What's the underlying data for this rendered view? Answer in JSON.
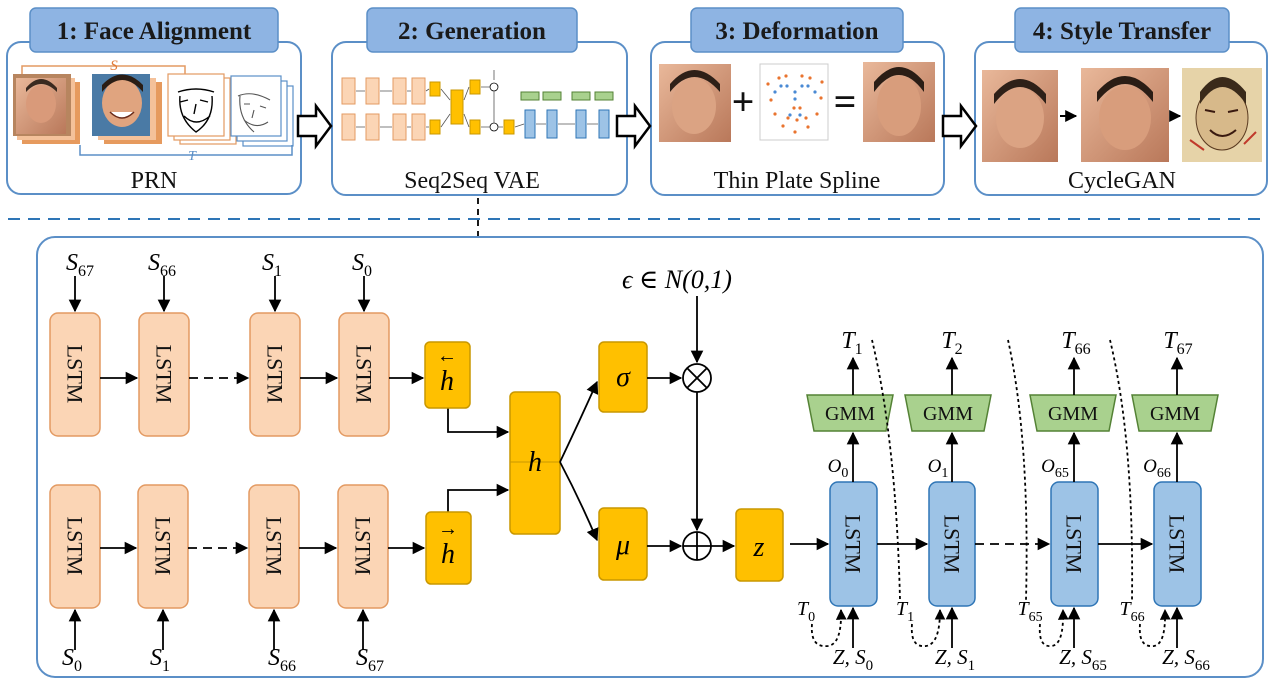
{
  "stages": [
    {
      "tab": "1: Face Alignment",
      "caption": "PRN"
    },
    {
      "tab": "2: Generation",
      "caption": "Seq2Seq VAE"
    },
    {
      "tab": "3: Deformation",
      "caption": "Thin Plate Spline"
    },
    {
      "tab": "4: Style Transfer",
      "caption": "CycleGAN"
    }
  ],
  "stage1_labels": {
    "s": "S",
    "t": "T"
  },
  "encoder": {
    "cell_label": "LSTM",
    "top_inputs": [
      {
        "base": "S",
        "sub": "67"
      },
      {
        "base": "S",
        "sub": "66"
      },
      {
        "base": "S",
        "sub": "1"
      },
      {
        "base": "S",
        "sub": "0"
      }
    ],
    "bottom_inputs": [
      {
        "base": "S",
        "sub": "0"
      },
      {
        "base": "S",
        "sub": "1"
      },
      {
        "base": "S",
        "sub": "66"
      },
      {
        "base": "S",
        "sub": "67"
      }
    ],
    "h_back": "h",
    "h_fwd": "h",
    "h": "h"
  },
  "latent": {
    "sigma": "σ",
    "mu": "μ",
    "z": "z",
    "epsilon": "ϵ  ∈ ",
    "distribution": "N(0,1)",
    "multiply": "⊗",
    "add": "⊕"
  },
  "decoder": {
    "cell_label": "LSTM",
    "gmm_label": "GMM",
    "outputs": [
      {
        "base": "T",
        "sub": "1"
      },
      {
        "base": "T",
        "sub": "2"
      },
      {
        "base": "T",
        "sub": "66"
      },
      {
        "base": "T",
        "sub": "67"
      }
    ],
    "o_labels": [
      {
        "base": "O",
        "sub": "0"
      },
      {
        "base": "O",
        "sub": "1"
      },
      {
        "base": "O",
        "sub": "65"
      },
      {
        "base": "O",
        "sub": "66"
      }
    ],
    "t_inputs": [
      {
        "base": "T",
        "sub": "0"
      },
      {
        "base": "T",
        "sub": "1"
      },
      {
        "base": "T",
        "sub": "65"
      },
      {
        "base": "T",
        "sub": "66"
      }
    ],
    "z_inputs": [
      {
        "prefix": "Z, ",
        "base": "S",
        "sub": "0"
      },
      {
        "prefix": "Z, ",
        "base": "S",
        "sub": "1"
      },
      {
        "prefix": "Z, ",
        "base": "S",
        "sub": "65"
      },
      {
        "prefix": "Z, ",
        "base": "S",
        "sub": "66"
      }
    ]
  },
  "colors": {
    "panel_border": "#5b8fc7",
    "tab_fill": "#8eb4e3",
    "encoder_fill": "#fbd5b5",
    "encoder_stroke": "#e39a62",
    "gold_fill": "#ffc000",
    "gold_stroke": "#c99700",
    "decoder_fill": "#9dc3e6",
    "decoder_stroke": "#2e75b6",
    "gmm_fill": "#a9d18e",
    "gmm_stroke": "#548235",
    "divider": "#2e75b6"
  }
}
